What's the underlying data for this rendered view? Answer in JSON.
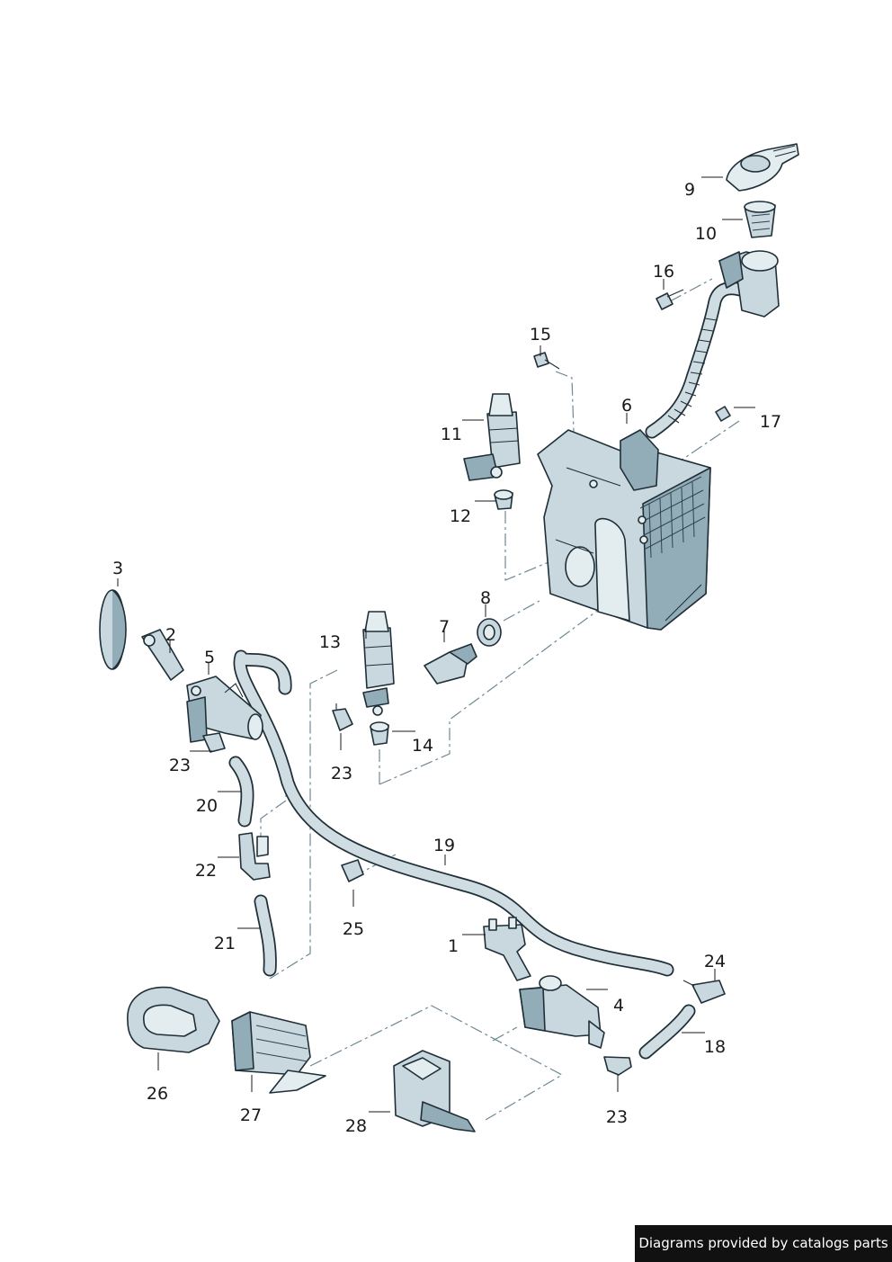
{
  "labels": {
    "p1": "1",
    "p2": "2",
    "p3": "3",
    "p4": "4",
    "p5": "5",
    "p6": "6",
    "p7": "7",
    "p8": "8",
    "p9": "9",
    "p10": "10",
    "p11": "11",
    "p12": "12",
    "p13": "13",
    "p14": "14",
    "p15": "15",
    "p16": "16",
    "p17": "17",
    "p18": "18",
    "p19": "19",
    "p20": "20",
    "p21": "21",
    "p22": "22",
    "p23a": "23",
    "p23b": "23",
    "p23c": "23",
    "p24": "24",
    "p25": "25",
    "p26": "26",
    "p27": "27",
    "p28": "28"
  },
  "credit": "Diagrams provided by catalogs parts"
}
